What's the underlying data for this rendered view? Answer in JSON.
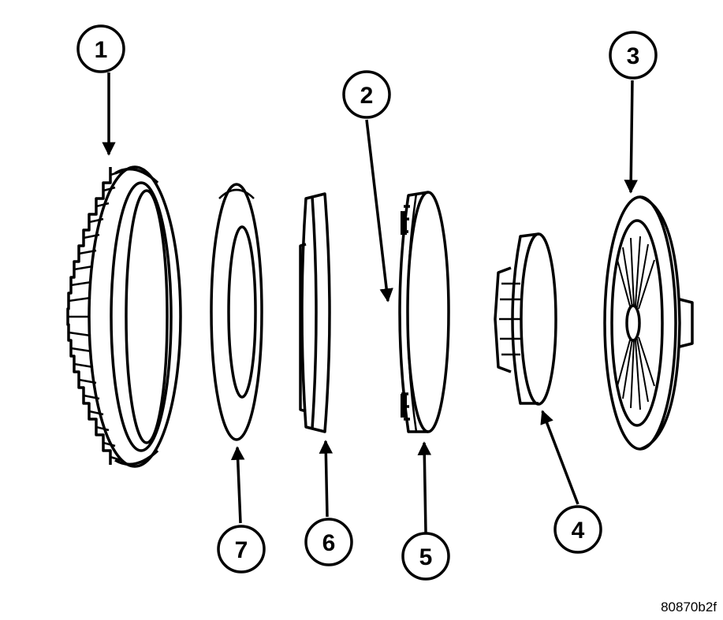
{
  "callouts": [
    {
      "id": "1",
      "label": "1"
    },
    {
      "id": "2",
      "label": "2"
    },
    {
      "id": "3",
      "label": "3"
    },
    {
      "id": "4",
      "label": "4"
    },
    {
      "id": "5",
      "label": "5"
    },
    {
      "id": "6",
      "label": "6"
    },
    {
      "id": "7",
      "label": "7"
    }
  ],
  "figure_id": "80870b2f",
  "colors": {
    "line": "#000000",
    "background": "#ffffff"
  }
}
